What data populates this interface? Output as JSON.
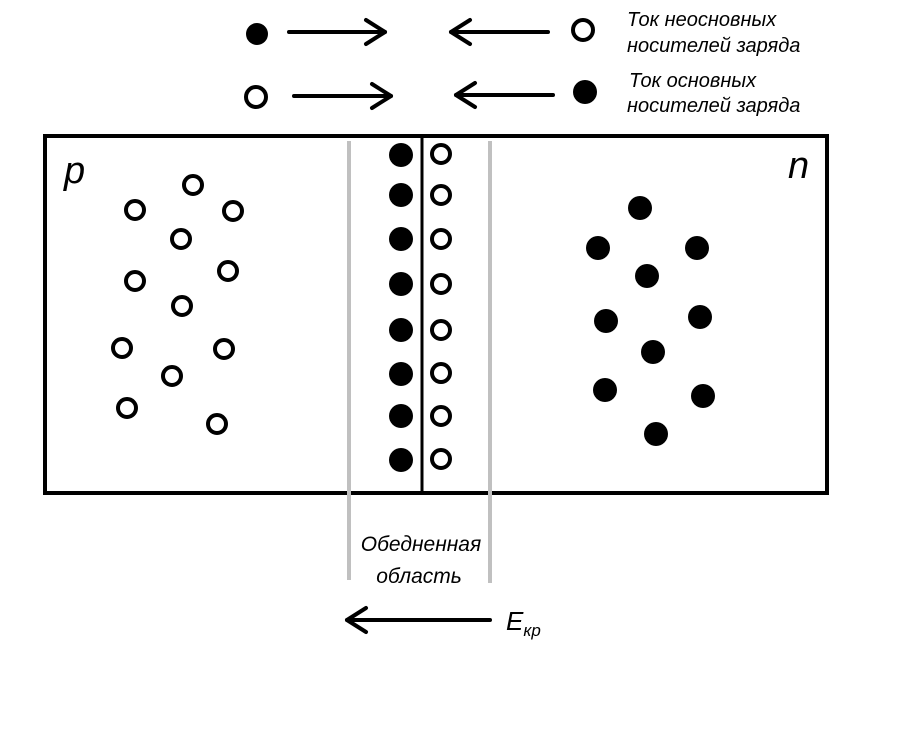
{
  "legend": {
    "minority_label_line1": "Ток неосновных",
    "minority_label_line2": "носителей заряда",
    "majority_label_line1": "Ток основных",
    "majority_label_line2": "носителей заряда"
  },
  "regions": {
    "p_label": "p",
    "n_label": "n"
  },
  "depletion": {
    "label_line1": "Обедненная",
    "label_line2": "область",
    "left_column": "filled",
    "right_column": "hollow",
    "count_per_column": 8
  },
  "field": {
    "label_main": "E",
    "label_sub": "кр",
    "direction": "right-to-left"
  },
  "carriers": {
    "p_region": "hollow",
    "n_region": "filled"
  },
  "colors": {
    "ink": "#000000",
    "boundary_lines": "#c0c0c0",
    "background": "#ffffff"
  }
}
